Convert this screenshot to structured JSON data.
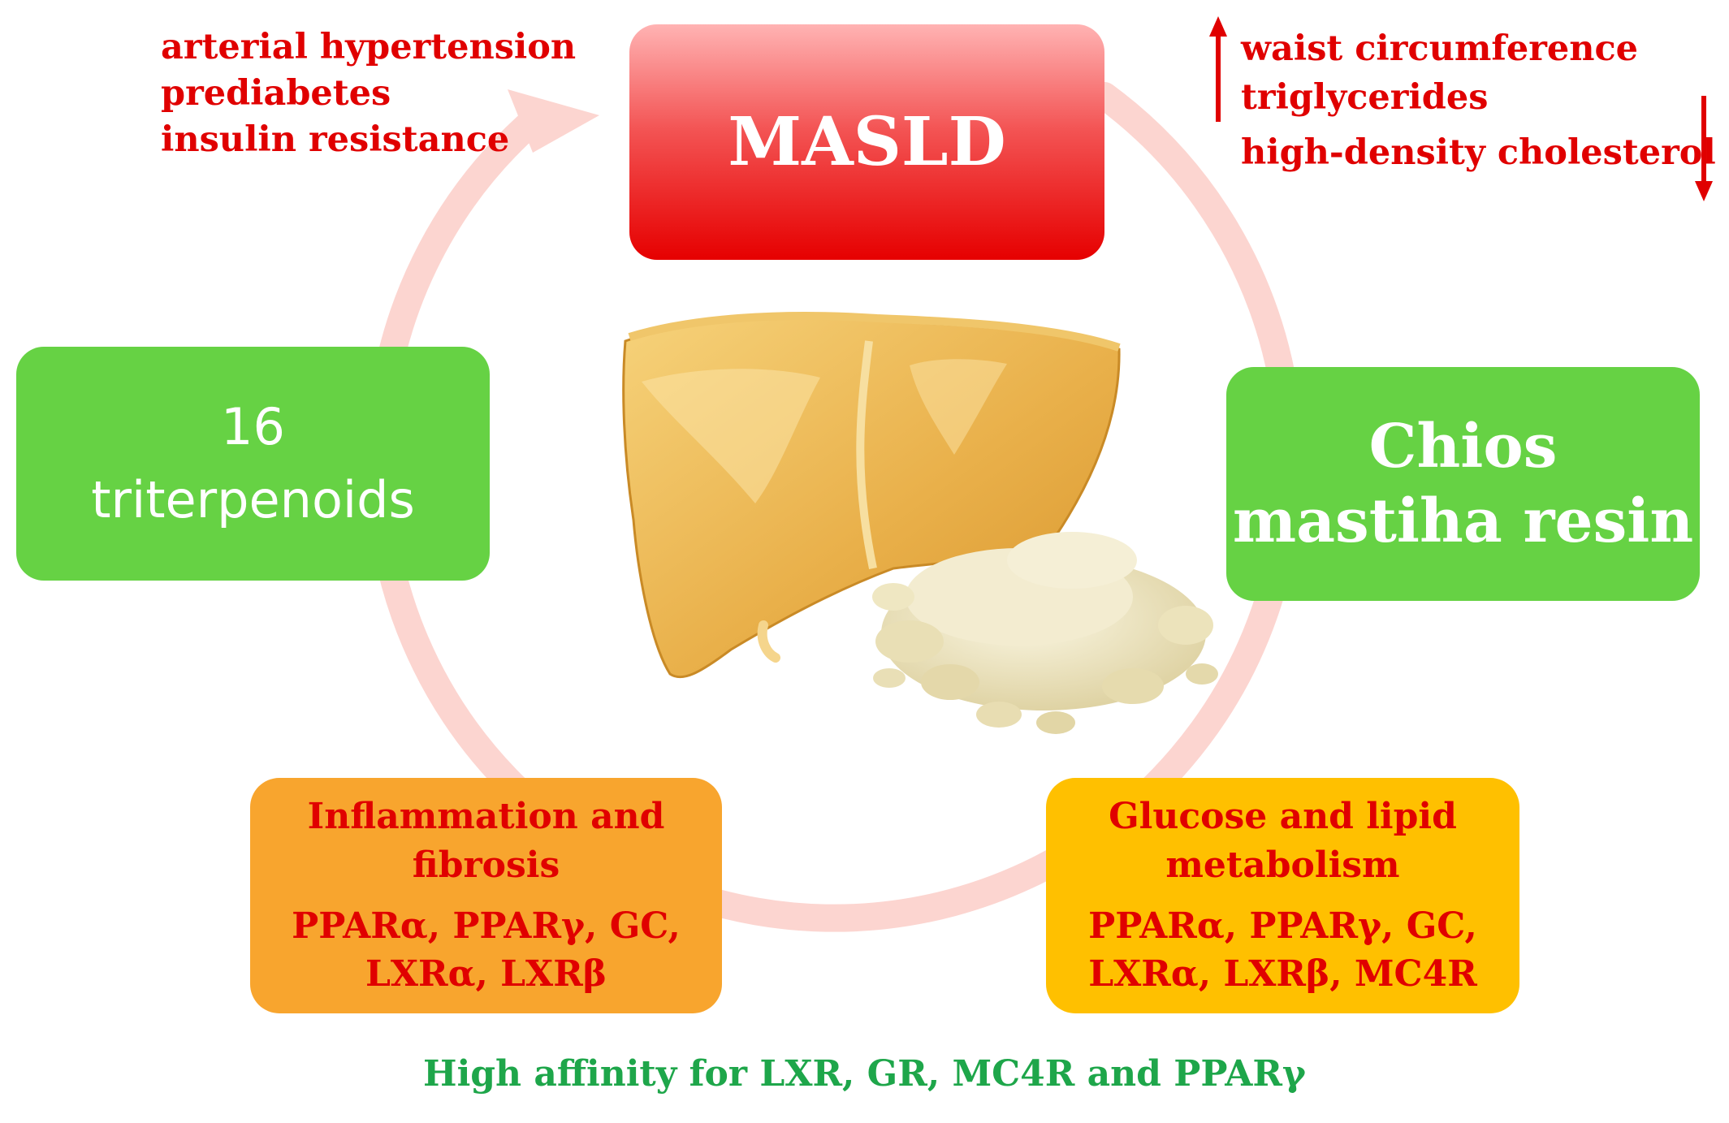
{
  "center": {
    "title": "MASLD"
  },
  "risk_factors": [
    "arterial hypertension",
    "prediabetes",
    "insulin resistance"
  ],
  "lipid_markers": {
    "increased": [
      "waist circumference",
      "triglycerides"
    ],
    "decreased": [
      "high-density cholesterol"
    ]
  },
  "left_node": {
    "line1": "16",
    "line2": "triterpenoids"
  },
  "right_node": {
    "line1": "Chios",
    "line2": "mastiha resin"
  },
  "inflammation": {
    "title_line1": "Inflammation and",
    "title_line2": "fibrosis",
    "receptors_line1": "PPARα, PPARγ, GC,",
    "receptors_line2": "LXRα, LXRβ"
  },
  "metabolism": {
    "title_line1": "Glucose and lipid",
    "title_line2": "metabolism",
    "receptors_line1": "PPARα, PPARγ, GC,",
    "receptors_line2": "LXRα, LXRβ, MC4R"
  },
  "footnote": "High affinity for LXR, GR, MC4R and PPARγ",
  "colors": {
    "ring": "#fcd5d0",
    "masld": "#e60000",
    "green_box": "#66d244",
    "orange_box": "#f8a52e",
    "yellow_box": "#ffc000",
    "red_text": "#e00000",
    "green_text": "#1ea64a",
    "liver": "#e9b04a",
    "resin": "#efe7c2"
  }
}
